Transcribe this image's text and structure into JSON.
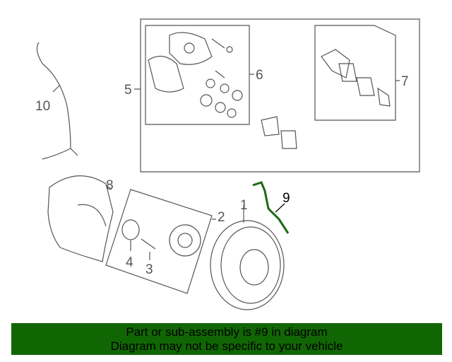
{
  "diagram": {
    "labels": [
      "1",
      "2",
      "3",
      "4",
      "5",
      "6",
      "7",
      "8",
      "9",
      "10"
    ],
    "highlight_color": "#1a6b12"
  },
  "banner": {
    "line1": "Part or sub-assembly is #9 in diagram",
    "line2": "Diagram may not be specific to your vehicle",
    "color": "#116604"
  }
}
